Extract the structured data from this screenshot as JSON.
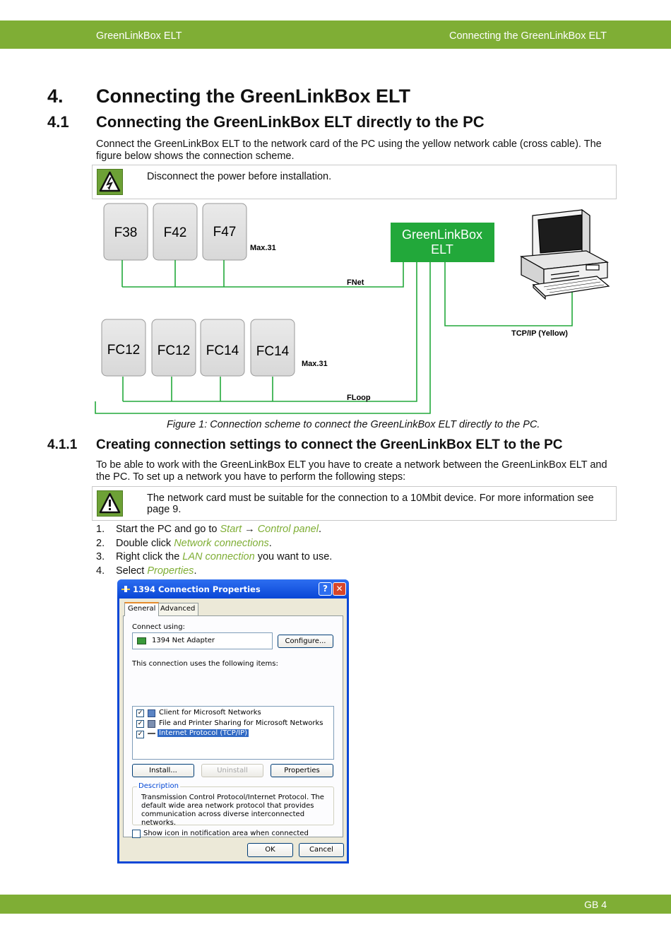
{
  "header": {
    "left": "GreenLinkBox ELT",
    "right": "Connecting the GreenLinkBox ELT"
  },
  "footer": {
    "page": "GB 4"
  },
  "section": {
    "num": "4.",
    "title": "Connecting the GreenLinkBox ELT"
  },
  "subsection": {
    "num": "4.1",
    "title": "Connecting the GreenLinkBox ELT directly to the PC"
  },
  "intro": "Connect the GreenLinkBox ELT to the network card of the PC using the yellow network cable (cross cable). The figure below shows the connection scheme.",
  "note1": "Disconnect the power before installation.",
  "diagram": {
    "top_boxes": [
      "F38",
      "F42",
      "F47"
    ],
    "top_max": "Max.31",
    "fnet": "FNet",
    "bottom_boxes": [
      "FC12",
      "FC12",
      "FC14",
      "FC14"
    ],
    "bottom_max": "Max.31",
    "floop": "FLoop",
    "glb_line1": "GreenLinkBox",
    "glb_line2": "ELT",
    "tcpip": "TCP/IP (Yellow)"
  },
  "caption": "Figure 1: Connection scheme to connect the GreenLinkBox ELT directly to the PC.",
  "subsubsection": {
    "num": "4.1.1",
    "title": "Creating connection settings to connect the GreenLinkBox ELT to the PC"
  },
  "intro2": "To be able to work with the GreenLinkBox ELT you have to create a network between the GreenLinkBox ELT and the PC. To set up a network you have to perform the following steps:",
  "note2": "The network card must be suitable for the connection to a 10Mbit device. For more information see page 9.",
  "steps": [
    {
      "n": "1.",
      "pre": "Start the PC and go to ",
      "link": "Start",
      "mid": " → ",
      "link2": "Control panel",
      "post": "."
    },
    {
      "n": "2.",
      "pre": "Double click ",
      "link": "Network connections",
      "post": "."
    },
    {
      "n": "3.",
      "pre": "Right click the ",
      "link": "LAN connection",
      "post": " you want to use."
    },
    {
      "n": "4.",
      "pre": "Select ",
      "link": "Properties",
      "post": "."
    }
  ],
  "dialog": {
    "title": "1394 Connection Properties",
    "tabs": [
      "General",
      "Advanced"
    ],
    "connect_using": "Connect using:",
    "adapter": "1394 Net Adapter",
    "configure": "Configure...",
    "items_label": "This connection uses the following items:",
    "items": [
      "Client for Microsoft Networks",
      "File and Printer Sharing for Microsoft Networks",
      "Internet Protocol (TCP/IP)"
    ],
    "install": "Install...",
    "uninstall": "Uninstall",
    "properties": "Properties",
    "description_label": "Description",
    "description": "Transmission Control Protocol/Internet Protocol. The default wide area network protocol that provides communication across diverse interconnected networks.",
    "show_icon": "Show icon in notification area when connected",
    "ok": "OK",
    "cancel": "Cancel"
  },
  "colors": {
    "brand_green": "#7fae35",
    "box_green": "#22a83a",
    "xp_blue": "#0a47d6"
  }
}
